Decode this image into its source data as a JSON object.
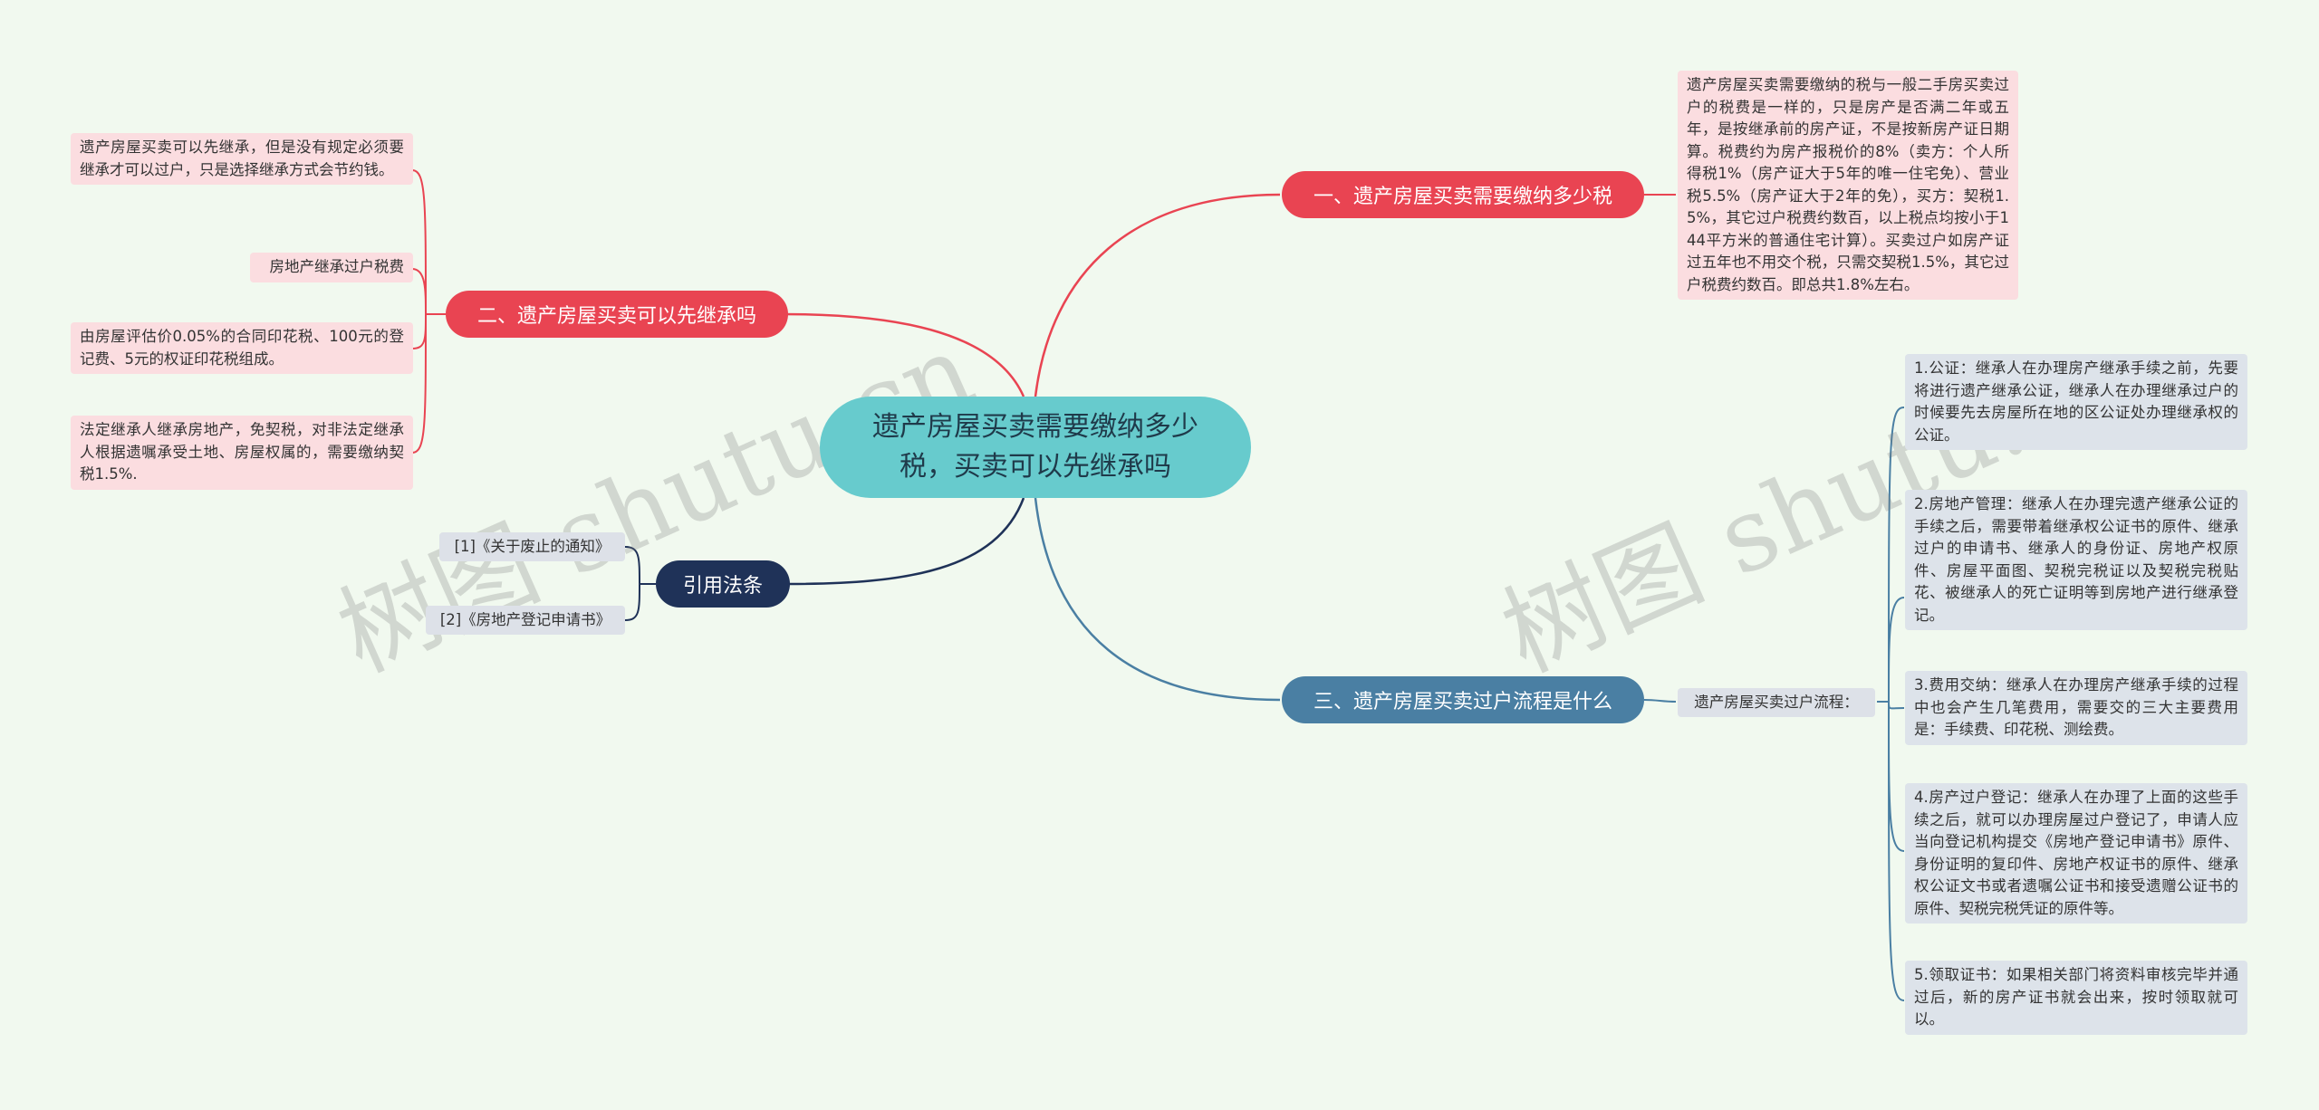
{
  "center": {
    "title": "遗产房屋买卖需要缴纳多少税，买卖可以先继承吗"
  },
  "branch1": {
    "label": "一、遗产房屋买卖需要缴纳多少税",
    "color": "#e94452",
    "detail": "遗产房屋买卖需要缴纳的税与一般二手房买卖过户的税费是一样的，只是房产是否满二年或五年，是按继承前的房产证，不是按新房产证日期算。税费约为房产报税价的8%（卖方：个人所得税1%（房产证大于5年的唯一住宅免）、营业税5.5%（房产证大于2年的免），买方：契税1.5%，其它过户税费约数百，以上税点均按小于144平方米的普通住宅计算）。买卖过户如房产证过五年也不用交个税，只需交契税1.5%，其它过户税费约数百。即总共1.8%左右。"
  },
  "branch2": {
    "label": "二、遗产房屋买卖可以先继承吗",
    "color": "#e94452",
    "items": [
      "遗产房屋买卖可以先继承，但是没有规定必须要继承才可以过户，只是选择继承方式会节约钱。",
      "房地产继承过户税费",
      "由房屋评估价0.05%的合同印花税、100元的登记费、5元的权证印花税组成。",
      "法定继承人继承房地产，免契税，对非法定继承人根据遗嘱承受土地、房屋权属的，需要缴纳契税1.5%."
    ]
  },
  "branch3": {
    "label": "三、遗产房屋买卖过户流程是什么",
    "color": "#4a7fa3",
    "sub": "遗产房屋买卖过户流程：",
    "steps": [
      "1.公证：继承人在办理房产继承手续之前，先要将进行遗产继承公证，继承人在办理继承过户的时候要先去房屋所在地的区公证处办理继承权的公证。",
      "2.房地产管理：继承人在办理完遗产继承公证的手续之后，需要带着继承权公证书的原件、继承过户的申请书、继承人的身份证、房地产权原件、房屋平面图、契税完税证以及契税完税贴花、被继承人的死亡证明等到房地产进行继承登记。",
      "3.费用交纳：继承人在办理房产继承手续的过程中也会产生几笔费用，需要交的三大主要费用是：手续费、印花税、测绘费。",
      "4.房产过户登记：继承人在办理了上面的这些手续之后，就可以办理房屋过户登记了，申请人应当向登记机构提交《房地产登记申请书》原件、身份证明的复印件、房地产权证书的原件、继承权公证文书或者遗嘱公证书和接受遗赠公证书的原件、契税完税凭证的原件等。",
      "5.领取证书：如果相关部门将资料审核完毕并通过后，新的房产证书就会出来，按时领取就可以。"
    ]
  },
  "citations": {
    "label": "引用法条",
    "color": "#1f3258",
    "items": [
      "[1]《关于废止的通知》",
      "[2]《房地产登记申请书》"
    ]
  },
  "watermark": {
    "text": "树图 shutu.cn"
  }
}
